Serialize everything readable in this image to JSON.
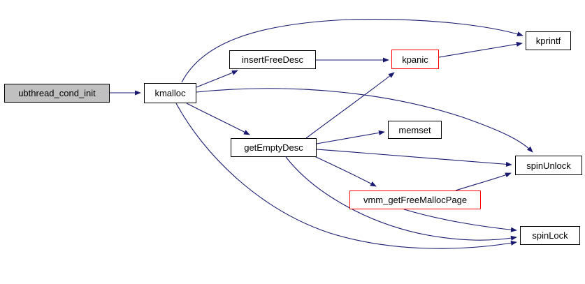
{
  "diagram": {
    "title": "ubthread_cond_init call graph",
    "type": "call-graph",
    "colors": {
      "edge": "#191970",
      "node_border": "#000000",
      "node_fill": "#ffffff",
      "current_node_fill": "#c0c0c0",
      "highlight_border": "#ff0000",
      "text": "#000000",
      "background": "#ffffff"
    },
    "nodes": [
      {
        "id": "ubthread_cond_init",
        "label": "ubthread_cond_init",
        "kind": "current"
      },
      {
        "id": "kmalloc",
        "label": "kmalloc",
        "kind": "normal"
      },
      {
        "id": "insertFreeDesc",
        "label": "insertFreeDesc",
        "kind": "normal"
      },
      {
        "id": "kpanic",
        "label": "kpanic",
        "kind": "highlighted"
      },
      {
        "id": "kprintf",
        "label": "kprintf",
        "kind": "normal"
      },
      {
        "id": "getEmptyDesc",
        "label": "getEmptyDesc",
        "kind": "normal"
      },
      {
        "id": "memset",
        "label": "memset",
        "kind": "normal"
      },
      {
        "id": "spinUnlock",
        "label": "spinUnlock",
        "kind": "normal"
      },
      {
        "id": "vmm_getFreeMallocPage",
        "label": "vmm_getFreeMallocPage",
        "kind": "highlighted"
      },
      {
        "id": "spinLock",
        "label": "spinLock",
        "kind": "normal"
      }
    ],
    "edges": [
      {
        "from": "ubthread_cond_init",
        "to": "kmalloc"
      },
      {
        "from": "kmalloc",
        "to": "insertFreeDesc"
      },
      {
        "from": "kmalloc",
        "to": "kprintf"
      },
      {
        "from": "kmalloc",
        "to": "getEmptyDesc"
      },
      {
        "from": "kmalloc",
        "to": "spinUnlock"
      },
      {
        "from": "kmalloc",
        "to": "spinLock"
      },
      {
        "from": "insertFreeDesc",
        "to": "kpanic"
      },
      {
        "from": "kpanic",
        "to": "kprintf"
      },
      {
        "from": "getEmptyDesc",
        "to": "kpanic"
      },
      {
        "from": "getEmptyDesc",
        "to": "memset"
      },
      {
        "from": "getEmptyDesc",
        "to": "spinUnlock"
      },
      {
        "from": "getEmptyDesc",
        "to": "vmm_getFreeMallocPage"
      },
      {
        "from": "getEmptyDesc",
        "to": "spinLock"
      },
      {
        "from": "vmm_getFreeMallocPage",
        "to": "spinUnlock"
      },
      {
        "from": "vmm_getFreeMallocPage",
        "to": "spinLock"
      }
    ]
  }
}
